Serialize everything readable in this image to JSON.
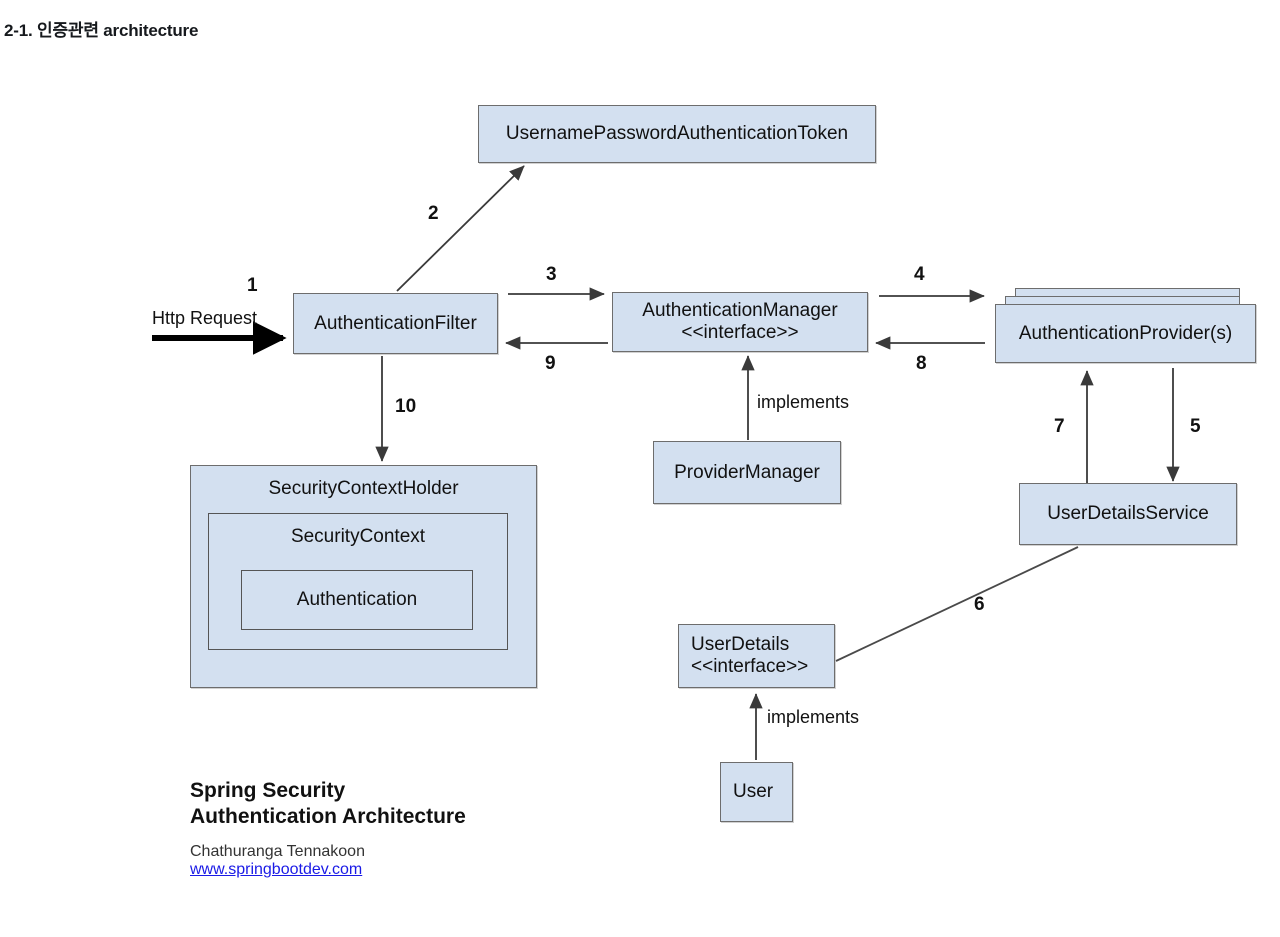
{
  "page": {
    "title": "2-1. 인증관련 architecture"
  },
  "diagram": {
    "nodes": {
      "token": {
        "label": "UsernamePasswordAuthenticationToken"
      },
      "filter": {
        "label": "AuthenticationFilter"
      },
      "manager": {
        "line1": "AuthenticationManager",
        "line2": "<<interface>>"
      },
      "provider": {
        "label": "AuthenticationProvider(s)"
      },
      "provider_manager": {
        "label": "ProviderManager"
      },
      "user_details_service": {
        "label": "UserDetailsService"
      },
      "user_details": {
        "line1": "UserDetails",
        "line2": "<<interface>>"
      },
      "user": {
        "label": "User"
      },
      "security_context_holder": {
        "label": "SecurityContextHolder"
      },
      "security_context": {
        "label": "SecurityContext"
      },
      "authentication": {
        "label": "Authentication"
      }
    },
    "edge_labels": {
      "http_request": "Http Request",
      "n1": "1",
      "n2": "2",
      "n3": "3",
      "n4": "4",
      "n5": "5",
      "n6": "6",
      "n7": "7",
      "n8": "8",
      "n9": "9",
      "n10": "10",
      "implements_manager": "implements",
      "implements_user": "implements"
    },
    "colors": {
      "node_fill": "#d3e0f0",
      "node_border": "#6d6d6d",
      "wire": "#3a3a3a",
      "link": "#1a1ae6"
    }
  },
  "footer": {
    "title_line1": "Spring Security",
    "title_line2": "Authentication Architecture",
    "author": "Chathuranga Tennakoon",
    "website": "www.springbootdev.com"
  }
}
